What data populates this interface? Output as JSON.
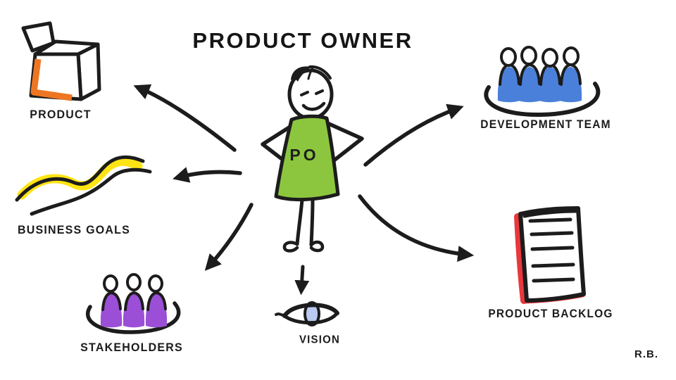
{
  "title": "PRODUCT OWNER",
  "center_figure": {
    "badge": "PO"
  },
  "nodes": [
    {
      "id": "product",
      "label": "PRODUCT"
    },
    {
      "id": "business-goals",
      "label": "BUSINESS GOALS"
    },
    {
      "id": "stakeholders",
      "label": "STAKEHOLDERS"
    },
    {
      "id": "vision",
      "label": "VISION"
    },
    {
      "id": "development-team",
      "label": "DEVELOPMENT TEAM"
    },
    {
      "id": "product-backlog",
      "label": "PRODUCT BACKLOG"
    }
  ],
  "signature": "R.B.",
  "colors": {
    "ink": "#1c1c1c",
    "dress_green": "#8cc63e",
    "team_blue": "#4a80d9",
    "stakeholder_purple": "#9b4fd6",
    "goals_yellow": "#ffe414",
    "product_orange": "#ee7623",
    "backlog_red": "#e8383d",
    "iris_blue": "#b9cbf2"
  }
}
